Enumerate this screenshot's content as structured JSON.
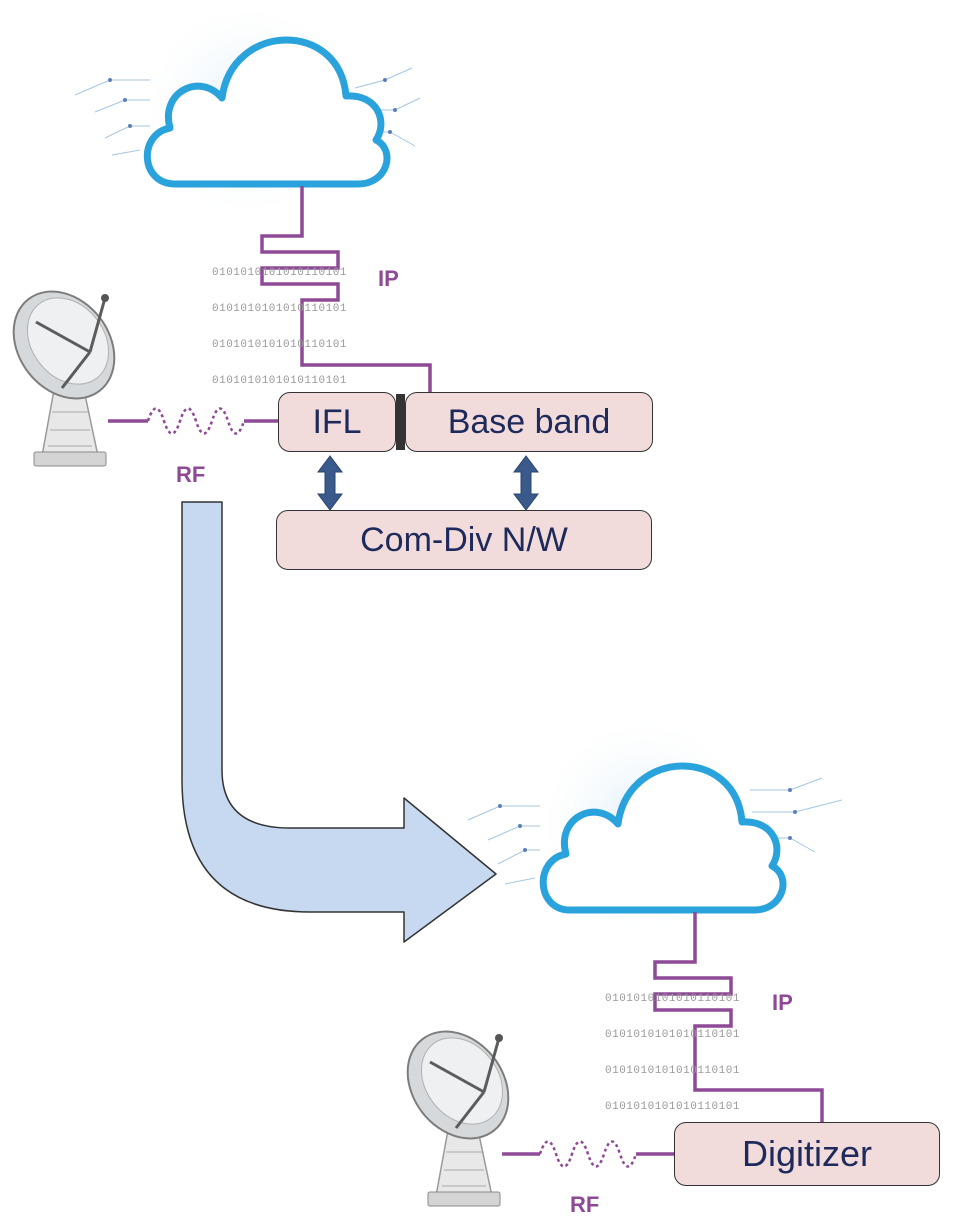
{
  "colors": {
    "cloud": "#2aa3dc",
    "link": "#8e4a96",
    "box_fill": "#f2dcdb",
    "box_border": "#333333",
    "box_text": "#1f2a5c",
    "arrow_fill": "#c6d9f1",
    "double_arrow": "#3a5a8c"
  },
  "top": {
    "ip_label": "IP",
    "rf_label": "RF",
    "ifl_label": "IFL",
    "baseband_label": "Base band",
    "comdiv_label": "Com-Div N/W",
    "binary_lines": [
      "0101010101010110101",
      "0101010101010110101",
      "0101010101010110101",
      "0101010101010110101"
    ]
  },
  "bottom": {
    "ip_label": "IP",
    "rf_label": "RF",
    "digitizer_label": "Digitizer",
    "binary_lines": [
      "0101010101010110101",
      "0101010101010110101",
      "0101010101010110101",
      "0101010101010110101"
    ]
  },
  "icons": {
    "cloud_top": "cloud-icon",
    "cloud_bottom": "cloud-icon",
    "antenna_top": "satellite-dish-icon",
    "antenna_bottom": "satellite-dish-icon",
    "flow_arrow": "curved-arrow-icon"
  }
}
